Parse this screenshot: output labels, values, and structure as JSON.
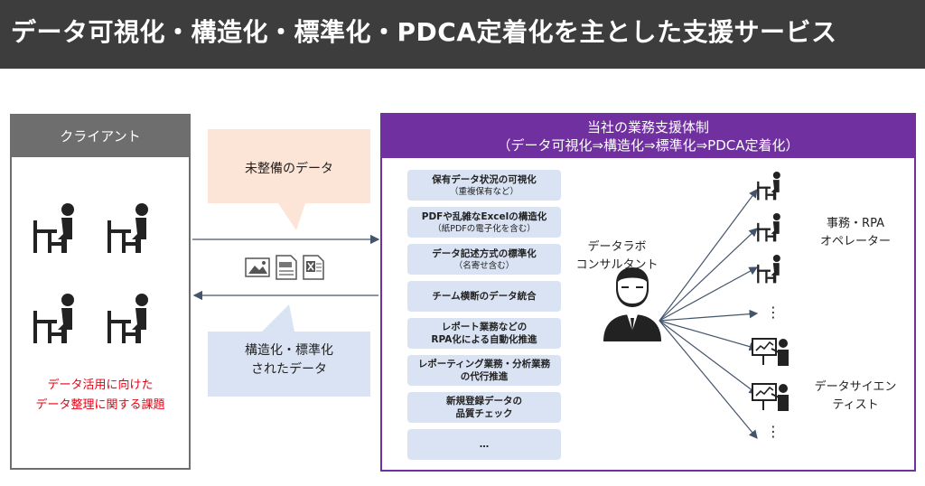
{
  "header": {
    "title": "データ可視化・構造化・標準化・PDCA定着化を主とした支援サービス"
  },
  "client": {
    "title": "クライアント",
    "caption_line1": "データ活用に向けた",
    "caption_line2": "データ整理に関する課題"
  },
  "flow": {
    "top_bubble": "未整備のデータ",
    "bottom_bubble_line1": "構造化・標準化",
    "bottom_bubble_line2": "されたデータ"
  },
  "support": {
    "title_line1": "当社の業務支援体制",
    "title_line2": "（データ可視化⇒構造化⇒標準化⇒PDCA定着化）",
    "items": [
      {
        "line1": "保有データ状況の可視化",
        "line2": "（重複保有など）"
      },
      {
        "line1": "PDFや乱雑なExcelの構造化",
        "line2": "（紙PDFの電子化を含む）"
      },
      {
        "line1": "データ記述方式の標準化",
        "line2": "（名寄せ含む）"
      },
      {
        "line1": "チーム横断のデータ統合",
        "line2": ""
      },
      {
        "line1": "レポート業務などの",
        "line2": "RPA化による自動化推進"
      },
      {
        "line1": "レポーティング業務・分析業務",
        "line2": "の代行推進"
      },
      {
        "line1": "新規登録データの",
        "line2": "品質チェック"
      },
      {
        "line1": "…",
        "line2": ""
      }
    ],
    "consultant_line1": "データラボ",
    "consultant_line2": "コンサルタント",
    "operator_line1": "事務・RPA",
    "operator_line2": "オペレーター",
    "scientist_line1": "データサイエン",
    "scientist_line2": "ティスト",
    "ellipsis": "⋮"
  }
}
